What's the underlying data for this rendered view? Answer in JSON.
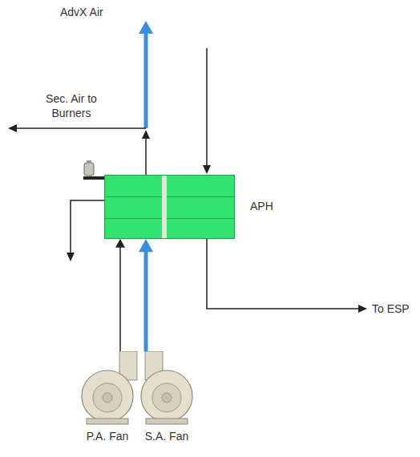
{
  "diagram": {
    "nodes": [
      {
        "text": [
          "APH"
        ]
      },
      {
        "text": [
          "P.A. Fan"
        ]
      },
      {
        "text": [
          "S.A. Fan"
        ]
      }
    ],
    "edges": [
      {
        "from": 1,
        "to": 0,
        "arrow": "to"
      },
      {
        "from": 2,
        "to": 0,
        "arrow": "to"
      }
    ],
    "labels": [
      "AdvX Air",
      "Sec. Air to Burners",
      "To ESP"
    ]
  }
}
